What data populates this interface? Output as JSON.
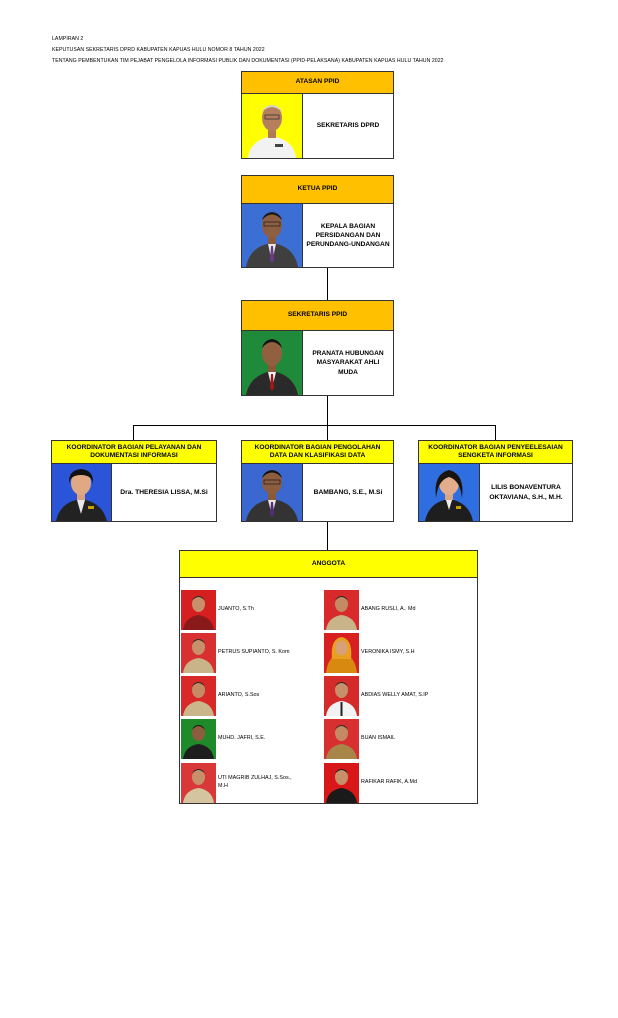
{
  "header": {
    "line1": "LAMPIRAN 2",
    "line2": "KEPUTUSAN SEKRETARIS DPRD KABUPATEN KAPUAS HULU NOMOR 8 TAHUN 2022",
    "line3": "TENTANG PEMBENTUKAN TIM PEJABAT PENGELOLA INFORMASI PUBLIK DAN DOKUMENTASI (PPID-PELAKSANA) KABUPATEN KAPUAS HULU TAHUN 2022"
  },
  "atasan": {
    "title": "ATASAN PPID",
    "role": "SEKRETARIS DPRD",
    "photo_bg": "#ffff00"
  },
  "ketua": {
    "title": "KETUA PPID",
    "role": "KEPALA BAGIAN PERSIDANGAN DAN PERUNDANG-UNDANGAN",
    "photo_bg": "#3b6fd4"
  },
  "sekretaris": {
    "title": "SEKRETARIS PPID",
    "role": "PRANATA HUBUNGAN MASYARAKAT AHLI MUDA",
    "photo_bg": "#1f8a3a"
  },
  "koordinator": [
    {
      "title": "KOORDINATOR BAGIAN PELAYANAN DAN DOKUMENTASI INFORMASI",
      "name": "Dra. THERESIA LISSA, M.Si",
      "photo_bg": "#2a55d8"
    },
    {
      "title": "KOORDINATOR BAGIAN PENGOLAHAN DATA DAN KLASIFIKASI DATA",
      "name": "BAMBANG, S.E., M.Si",
      "photo_bg": "#3a67d0"
    },
    {
      "title": "KOORDINATOR BAGIAN PENYEELESAIAN SENGKETA INFORMASI",
      "name": "LILIS BONAVENTURA OKTAVIANA, S.H., M.H.",
      "photo_bg": "#2f6ee0"
    }
  ],
  "anggota": {
    "title": "ANGGOTA",
    "left": [
      {
        "name": "JUANTO, S.Th",
        "photo_bg": "#d62020"
      },
      {
        "name": "PETRUS SUPIANTO, S. Kom",
        "photo_bg": "#d83030"
      },
      {
        "name": "ARIANTO, S.Sos",
        "photo_bg": "#d82828"
      },
      {
        "name": "MUHD. JAFRI, S.E.",
        "photo_bg": "#1f8a2a"
      },
      {
        "name": "UTI MAGRIB ZULHAJ, S.Sos., M.H",
        "photo_bg": "#d83838"
      }
    ],
    "right": [
      {
        "name": "ABANG RUSLI, A.. Md",
        "photo_bg": "#d82a2a"
      },
      {
        "name": "VERONIKA ISMY, S.H",
        "photo_bg": "#d82020"
      },
      {
        "name": "ABDIAS WELLY AMAT, S.IP",
        "photo_bg": "#d42a2a"
      },
      {
        "name": "BUAN ISMAIL",
        "photo_bg": "#d83030"
      },
      {
        "name": "RAFIKAR RAFIK, A.Md",
        "photo_bg": "#d81818"
      }
    ]
  }
}
